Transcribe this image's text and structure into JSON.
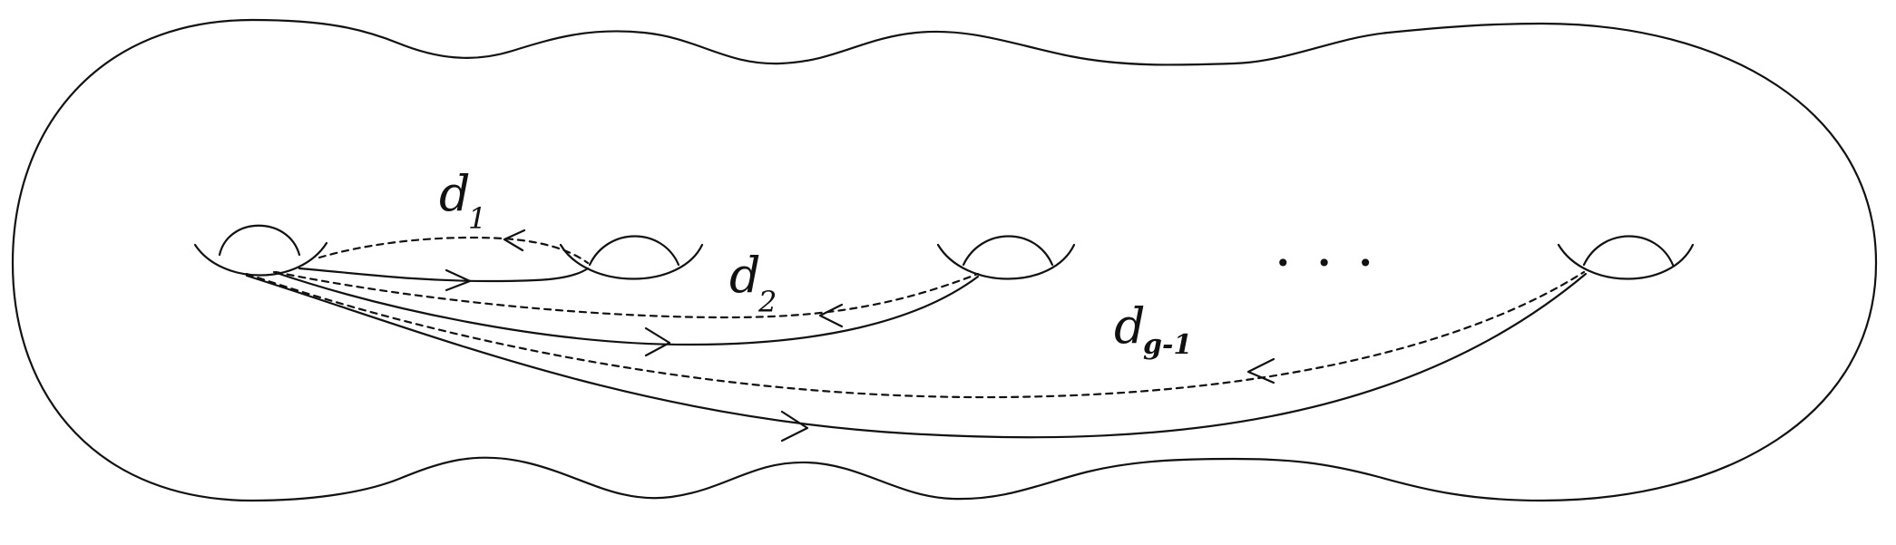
{
  "labels": {
    "d1": {
      "main": "d",
      "sub": "1"
    },
    "d2": {
      "main": "d",
      "sub": "2"
    },
    "dg": {
      "main": "d",
      "sub": "g-1"
    }
  },
  "ellipsis": "• • •",
  "colors": {
    "stroke": "#111111",
    "background": "#ffffff"
  }
}
